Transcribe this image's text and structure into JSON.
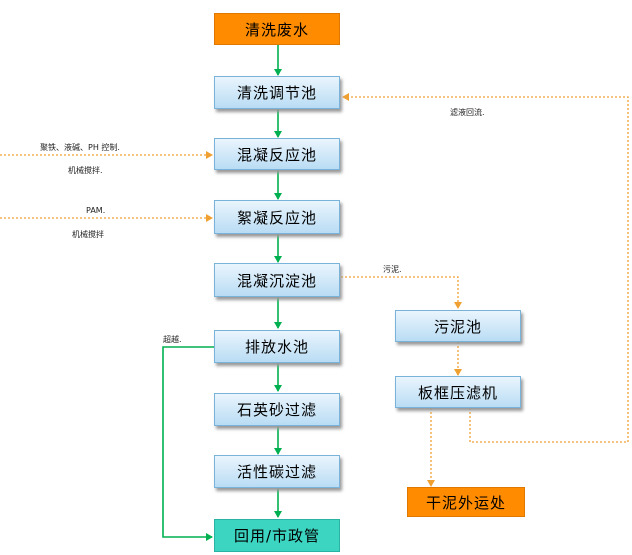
{
  "nodes": {
    "wastewater": "清洗废水",
    "adjust_tank": "清洗调节池",
    "coag_reaction": "混凝反应池",
    "floc_reaction": "絮凝反应池",
    "sedimentation": "混凝沉淀池",
    "discharge_tank": "排放水池",
    "sand_filter": "石英砂过滤",
    "carbon_filter": "活性碳过滤",
    "reuse": "回用/市政管",
    "sludge_tank": "污泥池",
    "filter_press": "板框压滤机",
    "dry_sludge": "干泥外运处"
  },
  "labels": {
    "chem1": "聚铁、液碱、PH 控制.",
    "stir1": "机械搅拌.",
    "pam": "PAM.",
    "stir2": "机械搅拌",
    "sludge": "污泥.",
    "filtrate": "滤液回流.",
    "overflow": "超越."
  },
  "colors": {
    "main_flow": "#00b050",
    "sludge_flow": "#f0a030",
    "wastewater_box": "#ff8c00",
    "reuse_box": "#3cd5c1"
  }
}
